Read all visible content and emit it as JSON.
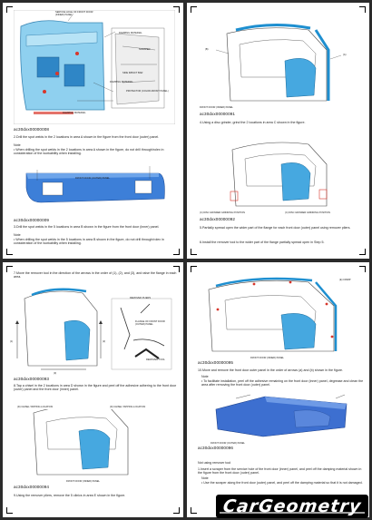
{
  "p1": {
    "fig1_labels": [
      "SERVICE HOLE OF FRONT DOOR (INNER) PANEL",
      "DAMPING MATERIAL",
      "SCRAPER",
      "SIDE IMPACT BAR",
      "DAMPING MATERIAL",
      "PROTECTOR (COLOR-FRONT PANEL)",
      "DAMPING MATERIAL"
    ],
    "code1": "ac30dxx00000008",
    "step2": "2.Drill the spot welds in the 2 locations in area A shown in the figure from the front door (outer) panel.",
    "note_title": "Note",
    "note2": "• When drilling the spot welds in the 2 locations in area A shown in the figure, do not drill through/rolex in consideration of the workability when installing.",
    "fig2_label": "FRONT DOOR (OUTER) PANEL",
    "code2": "ac30dxx00000009",
    "step3": "3.Drill the spot welds in the 5 locations in area B shown in the figure from the front door (inner) panel.",
    "note3_title": "Note",
    "note3": "• When drilling the spot welds in the 5 locations in area B shown in the figure, do not drill through/rolex in consideration of the workability when installing."
  },
  "p2": {
    "fig_labels": [
      "(B)",
      "(A)"
    ],
    "fig1_caption": "FRONT DOOR (INNER) PANEL",
    "code1": "ac30dxx00000091",
    "step4": "4.Using a disc grinder, grind the 2 locations in area C shown in the figure.",
    "fig2_labels": [
      "(C) DISC GRINDER GRINDING POSITION",
      "(C) DISC GRINDER GRINDING POSITION"
    ],
    "code2": "ac30dxx00000092",
    "step5": "5.Partially spread open the wider part of the flange for each front door (outer) panel using remover pliers.",
    "step6": "6.Install the remover tool to the wider part of the flange partially spread open in Step 5."
  },
  "p3": {
    "step7": "7.Move the remover tool in the direction of the arrows in the order of (1), (2), and (3), and raise the flange in each area.",
    "fig1_labels": [
      "REMOVER PLIERS",
      "FLANGE OF FRONT DOOR (OUTER) PANEL",
      "REMOVER TOOL",
      "(1)",
      "(2)",
      "(3)"
    ],
    "code1": "ac30dxx00000093",
    "step8": "8.Tap a chisel in the 2 locations in area D shown in the figure and peel off the adhesive adhering to the front door (outer) panel and the front door (inner) panel.",
    "fig2_labels": [
      "(D) CHISEL TAPPING LOCATION",
      "(D) CHISEL TAPPING LOCATION"
    ],
    "fig2_caption": "FRONT DOOR (INNER) PANEL",
    "code2": "ac30dxx00000094",
    "step9": "9.Using the remover pliers, remove the 5 clinics in area E shown in the figure."
  },
  "p4": {
    "fig1_labels": [
      "(E) CRIMP"
    ],
    "fig1_caption": "FRONT DOOR (INNER) PANEL",
    "code1": "ac30dxx00000095",
    "step10": "10.Move and remove the front door outer panel in the order of arrows (a) and (b) shown in the figure.",
    "note_title": "Note",
    "note10": "• To facilitate installation, peel off the adhesive remaining on the front door (inner) panel, degrease and clean the area after removing the front door (outer) panel.",
    "fig2_caption": "FRONT DOOR (OUTER) PANEL",
    "code2": "ac30dxx00000096",
    "sub_title": "Not using remover tool",
    "sub1": "1.Insert a scraper from the service hole of the front door (inner) panel, and peel off the damping material shown in the figure from the front door (outer) panel.",
    "sub_note_title": "Note",
    "sub_note": "• Use the scraper along the front door (outer) panel, and peel off the damping material so that it is not damaged."
  },
  "watermark": "CarGeometry"
}
